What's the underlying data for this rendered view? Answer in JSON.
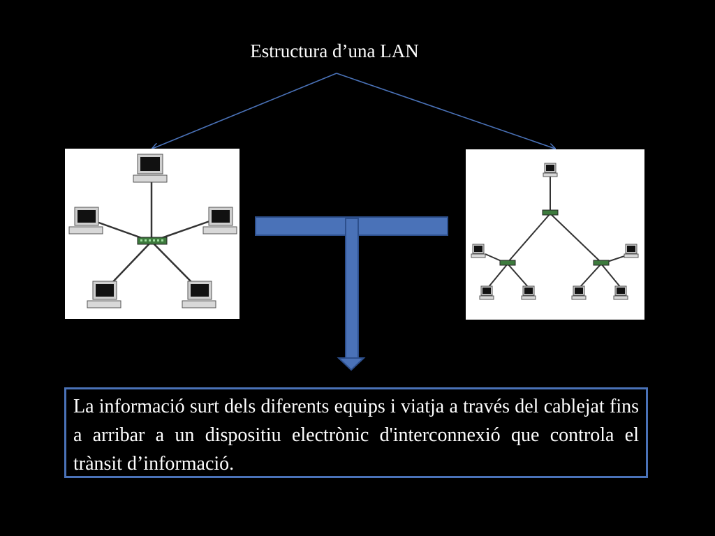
{
  "title": "Estructura d’una LAN",
  "caption": "La informació surt dels diferents equips i viatja a través del cablejat fins a arribar a un dispositiu electrònic d'interconnexió que controla el trànsit d’informació.",
  "colors": {
    "background": "#000000",
    "text": "#ffffff",
    "accent_blue": "#4a72b8",
    "panel": "#ffffff",
    "hub_green": "#3d7a3d"
  },
  "diagrams": [
    {
      "name": "star-topology",
      "nodes": 5,
      "hubs": 1
    },
    {
      "name": "tree-topology",
      "nodes": 7,
      "hubs": 3
    }
  ]
}
